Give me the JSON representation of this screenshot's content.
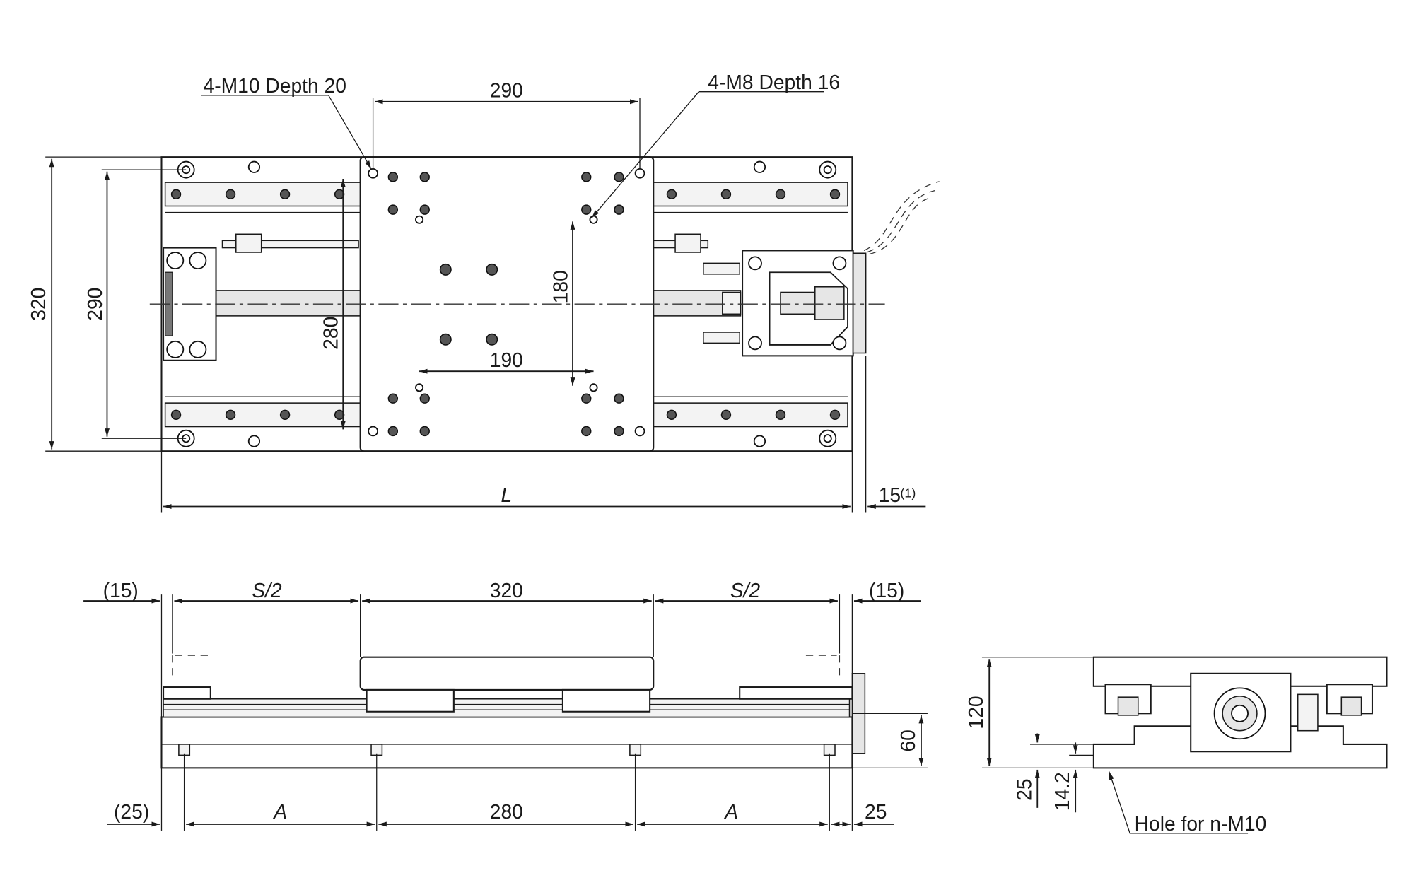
{
  "top_view": {
    "tap_large_label": "4-M10 Depth 20",
    "tap_small_label": "4-M8 Depth 16",
    "dim_top_290": "290",
    "dim_height_320": "320",
    "dim_rail_290": "290",
    "dim_280": "280",
    "dim_180": "180",
    "dim_190": "190",
    "dim_L": "L",
    "dim_15": "15",
    "note_ref": "(1)"
  },
  "front_view": {
    "dim_15_left": "(15)",
    "dim_S2_left": "S/2",
    "dim_320": "320",
    "dim_S2_right": "S/2",
    "dim_15_right": "(15)",
    "dim_60": "60",
    "dim_25_left": "(25)",
    "dim_A_left": "A",
    "dim_280": "280",
    "dim_A_right": "A",
    "dim_25_right": "25"
  },
  "side_view": {
    "dim_120": "120",
    "dim_25": "25",
    "dim_14_2": "14.2",
    "hole_label": "Hole for n-M10"
  }
}
